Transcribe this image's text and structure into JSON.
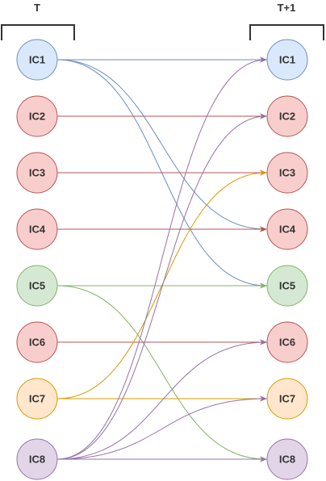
{
  "columns": {
    "left": {
      "title": "T"
    },
    "right": {
      "title": "T+1"
    }
  },
  "styles": {
    "blue": {
      "fill": "#dae8fc",
      "stroke": "#6c8ebf"
    },
    "red": {
      "fill": "#f8cecc",
      "stroke": "#b85450"
    },
    "green": {
      "fill": "#d5e8d4",
      "stroke": "#82b366"
    },
    "orange": {
      "fill": "#ffe6cc",
      "stroke": "#d79b00"
    },
    "purple": {
      "fill": "#e1d5e7",
      "stroke": "#9673a6"
    }
  },
  "left_nodes": [
    {
      "id": "IC1",
      "style": "blue"
    },
    {
      "id": "IC2",
      "style": "red"
    },
    {
      "id": "IC3",
      "style": "red"
    },
    {
      "id": "IC4",
      "style": "red"
    },
    {
      "id": "IC5",
      "style": "green"
    },
    {
      "id": "IC6",
      "style": "red"
    },
    {
      "id": "IC7",
      "style": "orange"
    },
    {
      "id": "IC8",
      "style": "purple"
    }
  ],
  "right_nodes": [
    {
      "id": "IC1",
      "style": "blue"
    },
    {
      "id": "IC2",
      "style": "red"
    },
    {
      "id": "IC3",
      "style": "red"
    },
    {
      "id": "IC4",
      "style": "red"
    },
    {
      "id": "IC5",
      "style": "green"
    },
    {
      "id": "IC6",
      "style": "red"
    },
    {
      "id": "IC7",
      "style": "orange"
    },
    {
      "id": "IC8",
      "style": "purple"
    }
  ],
  "edges": [
    {
      "from": "IC1",
      "to": "IC1",
      "color": "#6c8ebf"
    },
    {
      "from": "IC1",
      "to": "IC4",
      "color": "#6c8ebf"
    },
    {
      "from": "IC1",
      "to": "IC5",
      "color": "#6c8ebf"
    },
    {
      "from": "IC2",
      "to": "IC2",
      "color": "#b85450"
    },
    {
      "from": "IC3",
      "to": "IC3",
      "color": "#b85450"
    },
    {
      "from": "IC4",
      "to": "IC4",
      "color": "#b85450"
    },
    {
      "from": "IC5",
      "to": "IC5",
      "color": "#82b366"
    },
    {
      "from": "IC5",
      "to": "IC8",
      "color": "#82b366"
    },
    {
      "from": "IC6",
      "to": "IC6",
      "color": "#b85450"
    },
    {
      "from": "IC7",
      "to": "IC3",
      "color": "#d79b00"
    },
    {
      "from": "IC7",
      "to": "IC7",
      "color": "#d79b00"
    },
    {
      "from": "IC8",
      "to": "IC1",
      "color": "#9673a6"
    },
    {
      "from": "IC8",
      "to": "IC2",
      "color": "#9673a6"
    },
    {
      "from": "IC8",
      "to": "IC6",
      "color": "#9673a6"
    },
    {
      "from": "IC8",
      "to": "IC7",
      "color": "#9673a6"
    },
    {
      "from": "IC8",
      "to": "IC8",
      "color": "#9673a6"
    }
  ]
}
